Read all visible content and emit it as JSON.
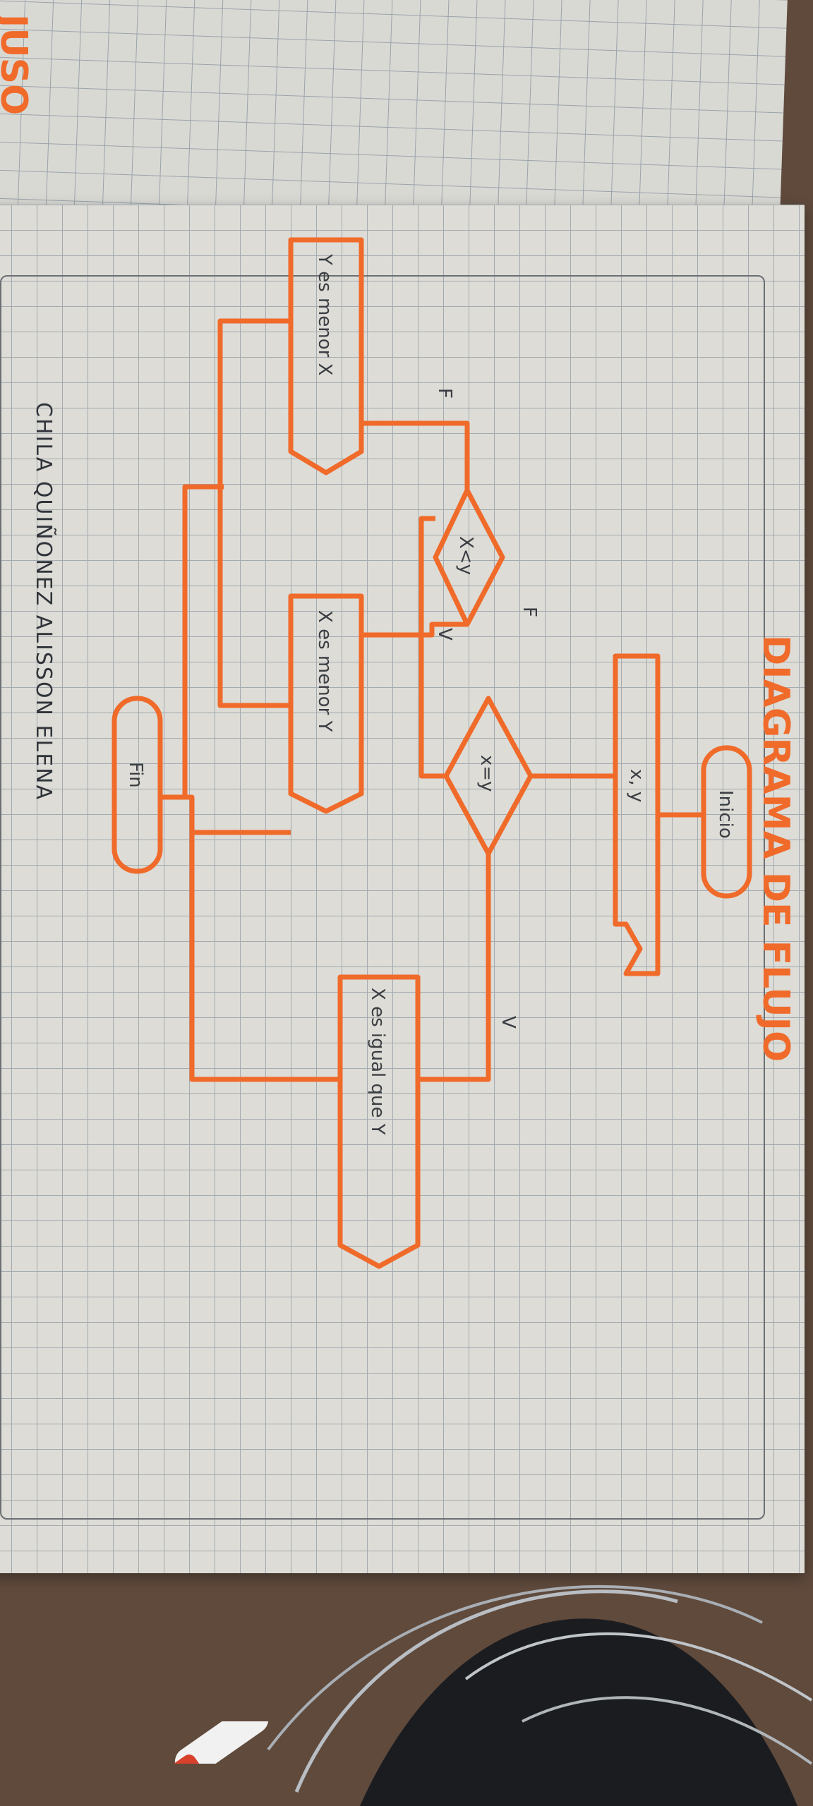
{
  "title": "DIAGRAMA DE FLUJO",
  "corner_fragment": "JUSO",
  "nodes": {
    "start": "Inicio",
    "input": "x, y",
    "decision_equal": "x=y",
    "output_equal": "X es igual que Y",
    "decision_less": "X<y",
    "output_x_less": "X es menor Y",
    "output_y_less": "Y es menor X",
    "end": "Fin"
  },
  "branch_labels": {
    "equal_true": "V",
    "equal_false": "F",
    "less_true": "V",
    "less_false": "F"
  },
  "author": "CHILA QUIÑONEZ ALISSON ELENA",
  "colors": {
    "ink": "#f06a2a",
    "grid": "#a3aab0",
    "paper": "#dddcd6",
    "background": "#5f4a3c"
  }
}
